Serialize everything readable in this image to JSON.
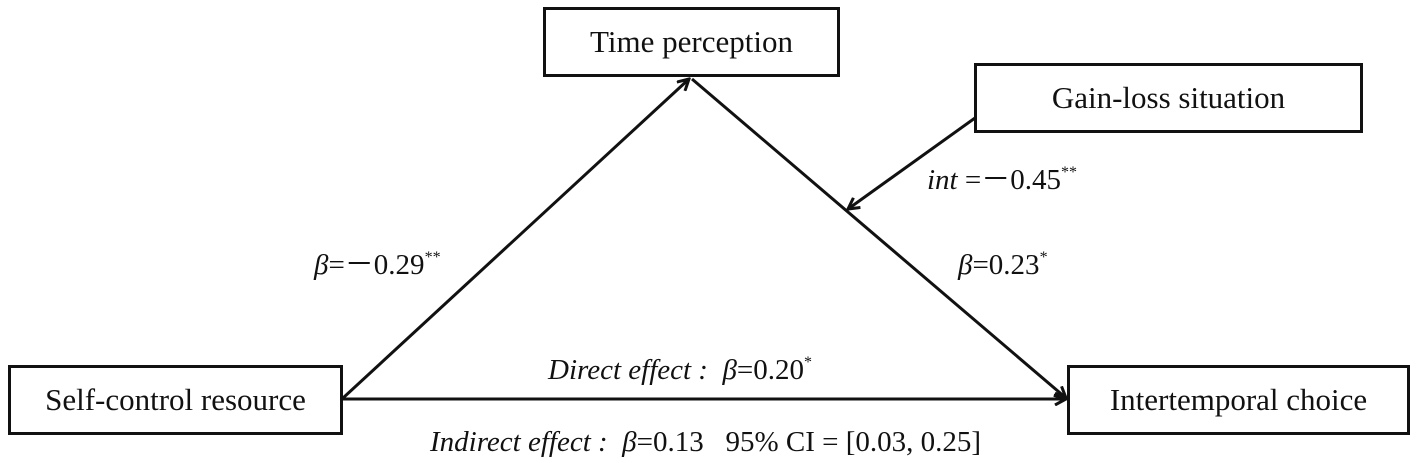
{
  "nodes": {
    "time_perception": "Time perception",
    "gain_loss": "Gain-loss situation",
    "self_control": "Self-control resource",
    "intertemporal": "Intertemporal choice"
  },
  "paths": {
    "a": {
      "symbol": "β",
      "value": "=－0.29",
      "sig": "**"
    },
    "b": {
      "symbol": "β",
      "value": "=0.23",
      "sig": "*"
    },
    "moderation": {
      "symbol": "int",
      "value": " =－0.45",
      "sig": "**"
    },
    "direct": {
      "prefix": "Direct effect :",
      "symbol": "β",
      "value": "=0.20",
      "sig": "*"
    },
    "indirect": {
      "prefix": "Indirect effect :",
      "symbol": "β",
      "value": "=0.13",
      "ci": "95% CI = [0.03, 0.25]"
    }
  },
  "colors": {
    "line": "#111111",
    "background": "#ffffff"
  }
}
